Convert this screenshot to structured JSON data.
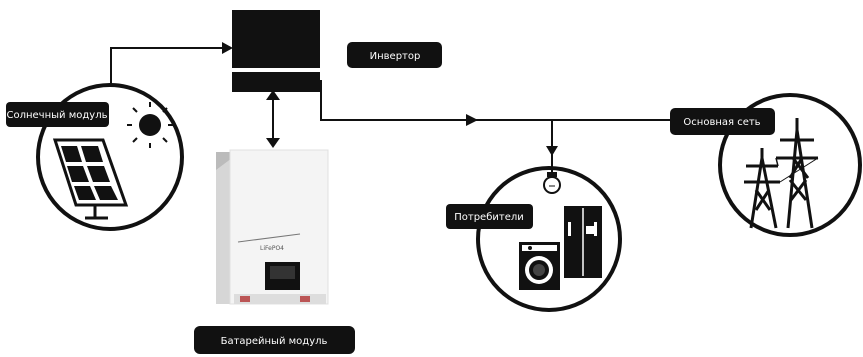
{
  "labels": {
    "inverter": "Инвертор",
    "solar_module": "Солнечный модуль",
    "battery_module": "Батарейный модуль",
    "consumers": "Потребители",
    "grid": "Основная сеть"
  },
  "battery_brand": "LiFePO4",
  "icons": [
    "sun-icon",
    "solar-panel-icon",
    "lightbulb-icon",
    "washing-machine-icon",
    "refrigerator-icon",
    "power-tower-icon"
  ],
  "colors": {
    "line": "#111111",
    "label_bg": "#111111",
    "label_text": "#ffffff",
    "battery_body": "#f4f4f4"
  }
}
